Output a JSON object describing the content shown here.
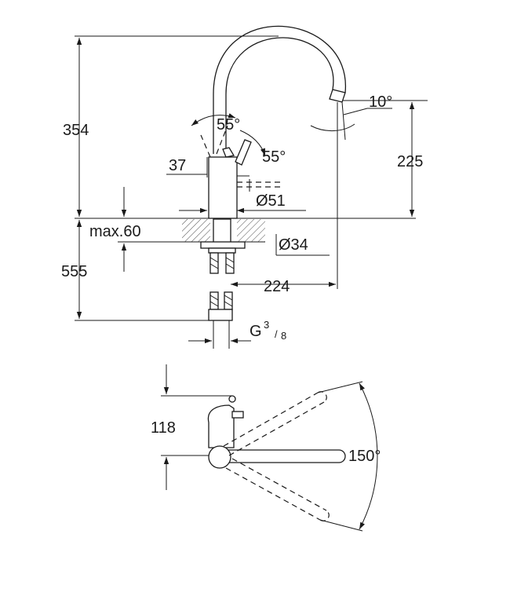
{
  "side_view": {
    "dims": {
      "total_height": "354",
      "spout_height": "225",
      "max_countertop": "max.60",
      "below_counter": "555",
      "lever_offset": "37",
      "lever_angle_back": "55°",
      "lever_angle_front": "55°",
      "spout_tip_angle": "10°",
      "body_diameter": "Ø51",
      "hole_diameter": "Ø34",
      "spout_reach": "224",
      "thread_main": "G",
      "thread_num": "3",
      "thread_den": "8"
    }
  },
  "top_view": {
    "dims": {
      "offset": "118",
      "swivel_angle": "150°"
    }
  },
  "colors": {
    "line": "#1a1a1a",
    "background": "#ffffff"
  }
}
